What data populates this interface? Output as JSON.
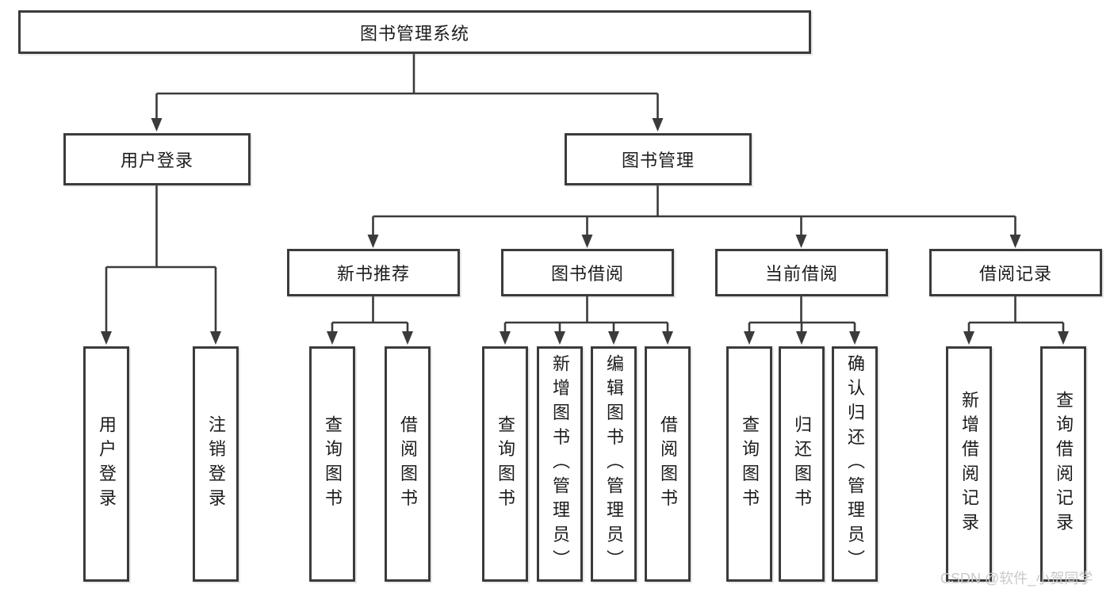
{
  "colors": {
    "line": "#3b3b3d",
    "box_border": "#3b3b3d",
    "text": "#1c1c1e",
    "watermark": "#c9c9c9",
    "background": "#ffffff"
  },
  "diagram_type": "tree",
  "nodes": {
    "root": "图书管理系统",
    "user_login": "用户登录",
    "book_management": "图书管理",
    "new_book_recommend": "新书推荐",
    "book_borrow": "图书借阅",
    "current_borrow": "当前借阅",
    "borrow_records": "借阅记录",
    "leaves": {
      "user_login": [
        "用户登录",
        "注销登录"
      ],
      "new_book_recommend": [
        "查询图书",
        "借阅图书"
      ],
      "book_borrow": [
        "查询图书",
        "新增图书（管理员）",
        "编辑图书（管理员）",
        "借阅图书"
      ],
      "current_borrow": [
        "查询图书",
        "归还图书",
        "确认归还（管理员）"
      ],
      "borrow_records": [
        "新增借阅记录",
        "查询借阅记录"
      ]
    }
  },
  "watermark": "CSDN @软件_小贺同学"
}
